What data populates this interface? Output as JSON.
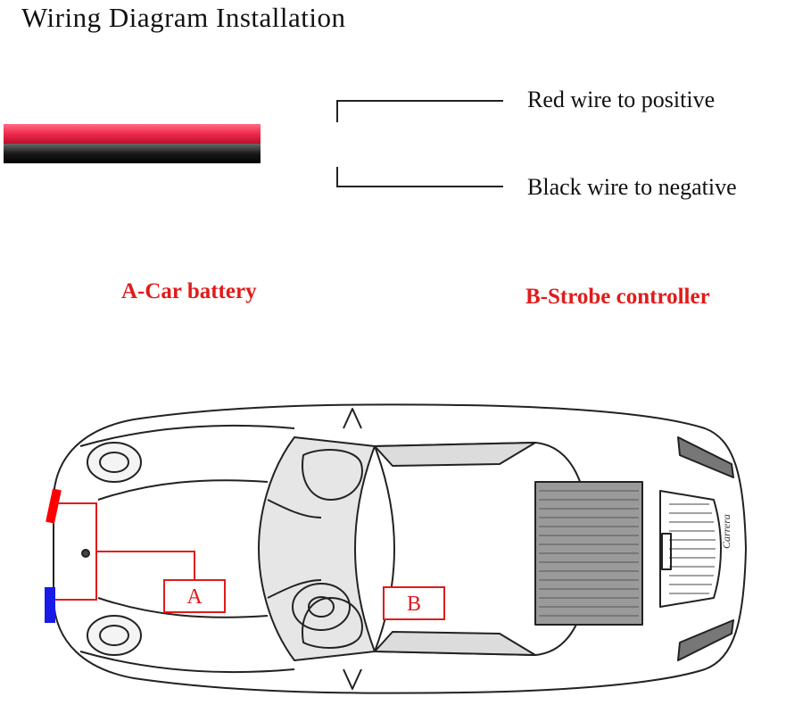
{
  "title": "Wiring Diagram Installation",
  "wires": {
    "red_label": "Red wire to positive",
    "black_label": "Black wire to negative",
    "red_color": "#f0294b",
    "black_color": "#1a1a1a"
  },
  "components": {
    "a_label": "A-Car battery",
    "b_label": "B-Strobe controller",
    "color": "#e01b1b"
  },
  "car": {
    "box_a": "A",
    "box_b": "B",
    "badge": "Carrera",
    "light_front": "#ff0000",
    "light_rear": "#1a1ae6"
  }
}
